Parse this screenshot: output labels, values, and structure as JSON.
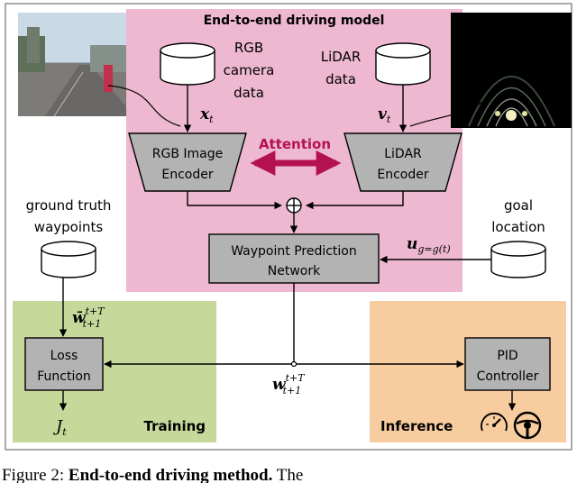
{
  "diagram": {
    "model_title": "End-to-end driving model",
    "rgb_data": [
      "RGB",
      "camera",
      "data"
    ],
    "lidar_data": [
      "LiDAR",
      "data"
    ],
    "rgb_input_symbol": "x",
    "rgb_input_sub": "t",
    "lidar_input_symbol": "v",
    "lidar_input_sub": "t",
    "rgb_encoder": [
      "RGB Image",
      "Encoder"
    ],
    "lidar_encoder": [
      "LiDAR",
      "Encoder"
    ],
    "attention": "Attention",
    "waypoint_network": [
      "Waypoint Prediction",
      "Network"
    ],
    "ground_truth": [
      "ground truth",
      "waypoints"
    ],
    "gt_symbol": "w̄",
    "gt_super": "t+T",
    "gt_sub": "t+1",
    "goal": [
      "goal",
      "location"
    ],
    "goal_symbol": "u",
    "goal_sub": "g=g(t)",
    "loss": [
      "Loss",
      "Function"
    ],
    "loss_symbol": "J",
    "loss_sub": "t",
    "pred_symbol": "w",
    "pred_super": "t+T",
    "pred_sub": "t+1",
    "pid": [
      "PID",
      "Controller"
    ],
    "training_label": "Training",
    "inference_label": "Inference",
    "speedometer_icon": "speedometer-icon",
    "steering_icon": "steering-wheel-icon"
  },
  "colors": {
    "model_bg": "#eeb8d0",
    "training_bg": "#c7d99a",
    "inference_bg": "#f7cc9e",
    "block_fill": "#b3b3b3",
    "attention": "#b3124f"
  },
  "caption": {
    "prefix": "Figure 2:",
    "bold": "End-to-end driving method.",
    "rest": "The"
  }
}
